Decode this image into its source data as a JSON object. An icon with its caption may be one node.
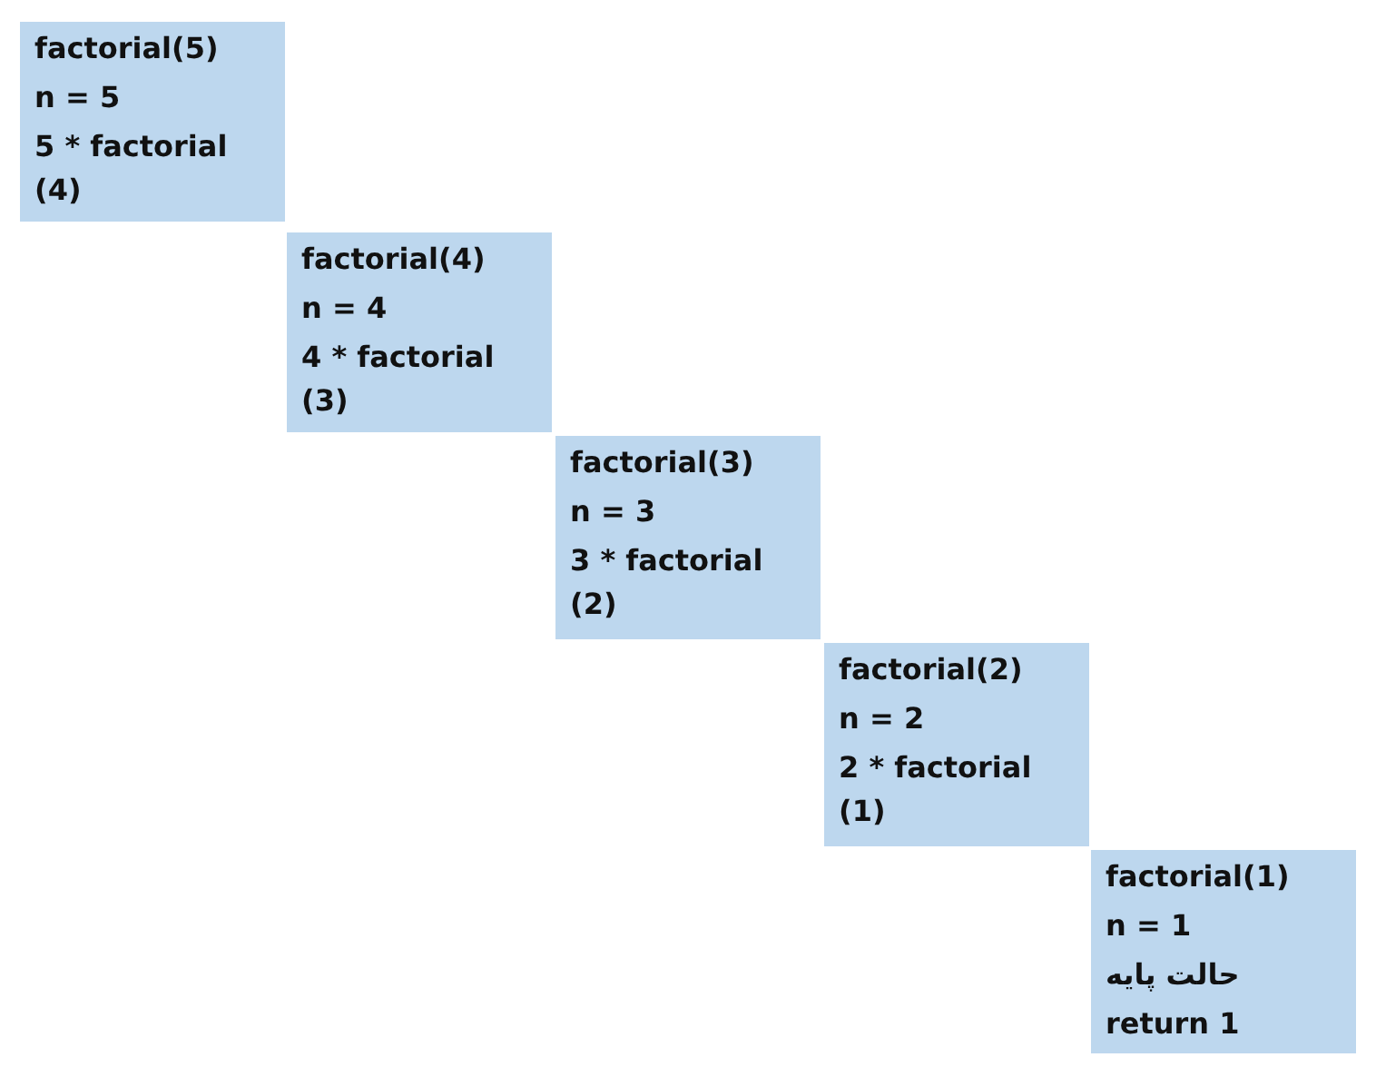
{
  "diagram": {
    "nodes": [
      {
        "text": [
          "factorial(5)",
          "n = 5",
          "5 * factorial (4)"
        ]
      },
      {
        "text": [
          "factorial(4)",
          "n = 4",
          "4 * factorial (3)"
        ]
      },
      {
        "text": [
          "factorial(3)",
          "n = 3",
          "3 * factorial (2)"
        ]
      },
      {
        "text": [
          "factorial(2)",
          "n = 2",
          "2 * factorial (1)"
        ]
      },
      {
        "text": [
          "factorial(1)",
          "n = 1",
          "حالت پایه",
          "return 1"
        ]
      }
    ]
  }
}
